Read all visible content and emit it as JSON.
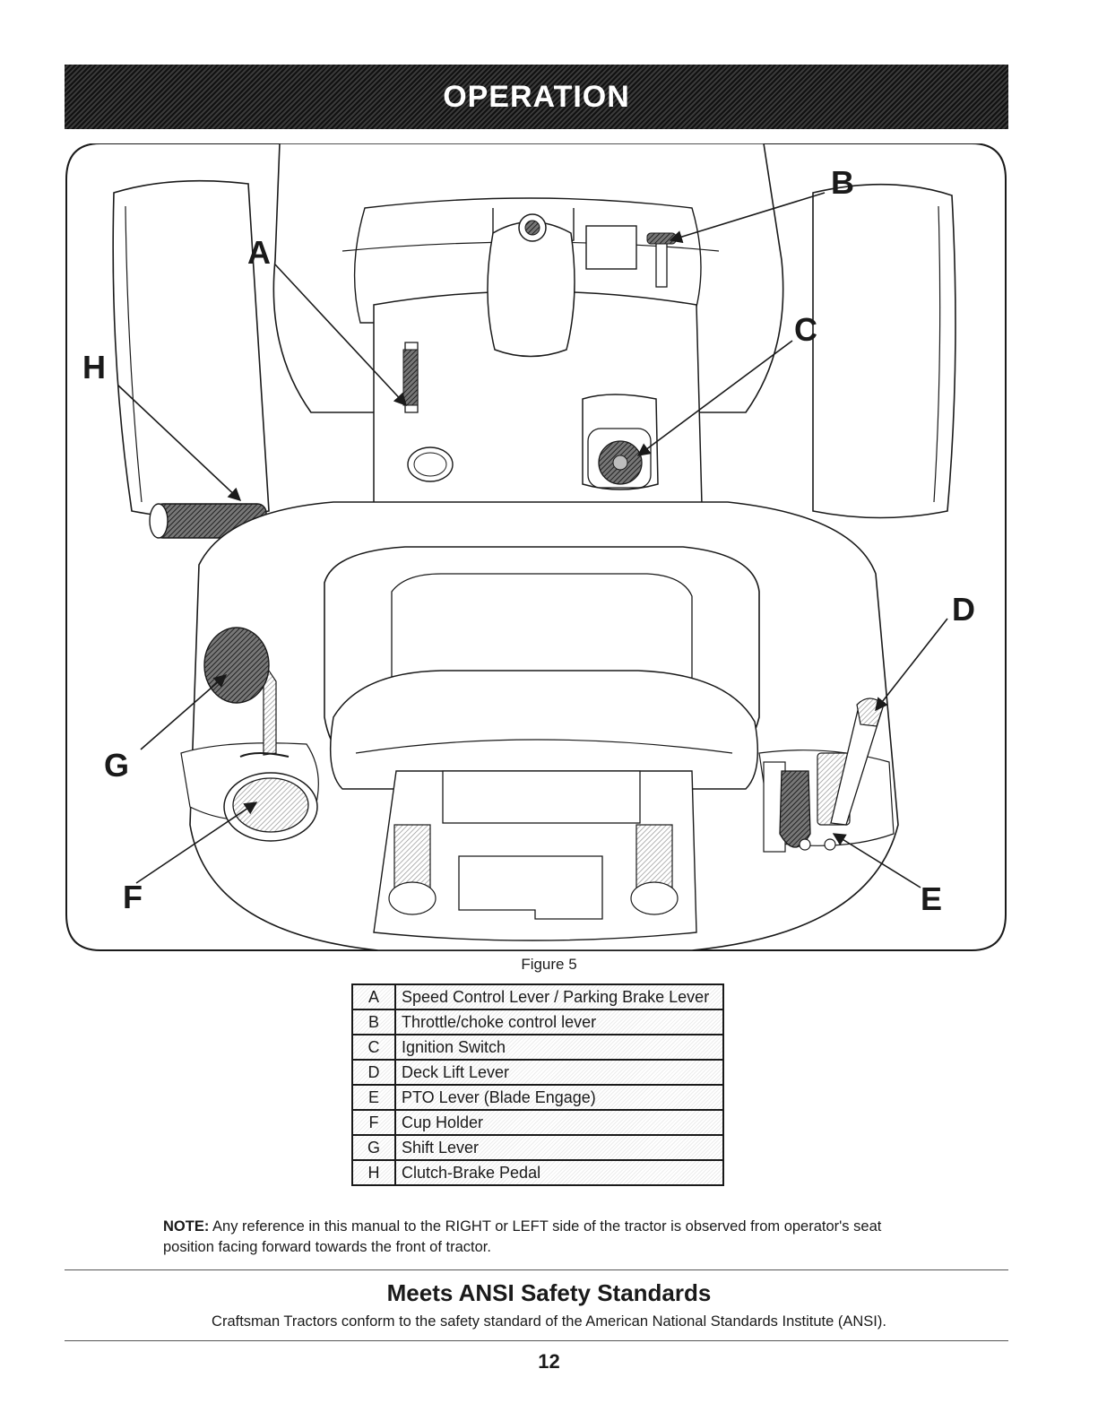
{
  "header": {
    "title": "OPERATION"
  },
  "figure": {
    "callouts": [
      "A",
      "B",
      "C",
      "D",
      "E",
      "F",
      "G",
      "H"
    ],
    "caption": "Figure 5"
  },
  "legend": [
    {
      "key": "A",
      "label": "Speed Control Lever / Parking Brake Lever"
    },
    {
      "key": "B",
      "label": "Throttle/choke control lever"
    },
    {
      "key": "C",
      "label": "Ignition Switch"
    },
    {
      "key": "D",
      "label": "Deck Lift Lever"
    },
    {
      "key": "E",
      "label": "PTO Lever (Blade Engage)"
    },
    {
      "key": "F",
      "label": "Cup Holder"
    },
    {
      "key": "G",
      "label": "Shift Lever"
    },
    {
      "key": "H",
      "label": "Clutch-Brake Pedal"
    }
  ],
  "note": {
    "label": "NOTE:",
    "text": "Any reference in this manual to the RIGHT or LEFT side of the tractor is observed from operator's seat position facing forward towards the front of tractor."
  },
  "standards": {
    "title": "Meets ANSI Safety Standards",
    "body": "Craftsman Tractors conform to the safety standard of the American National Standards Institute (ANSI)."
  },
  "page_number": "12"
}
